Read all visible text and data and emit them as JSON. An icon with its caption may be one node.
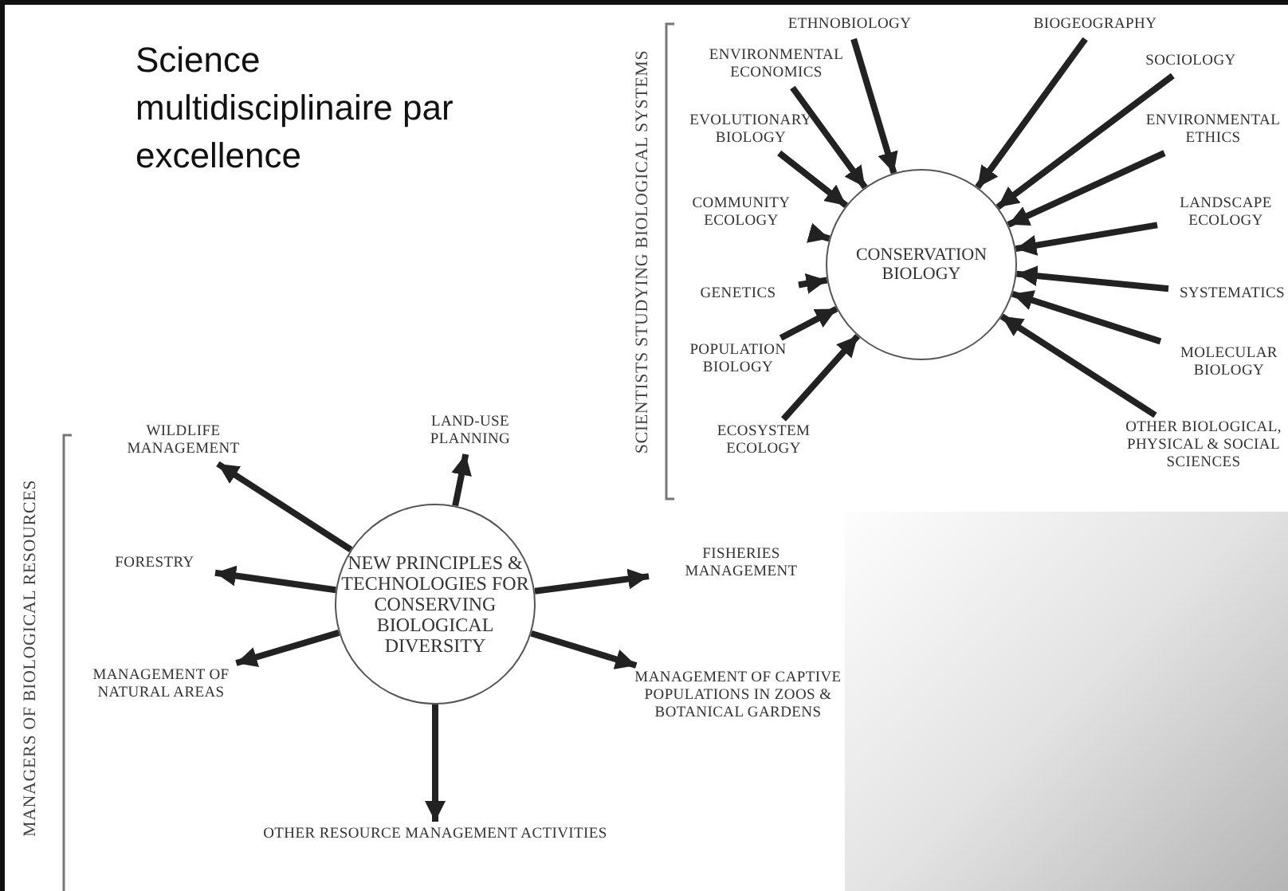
{
  "diagram": {
    "title": "Science multidisciplinaire par excellence",
    "nodes": [
      {
        "text": [
          "CONSERVATION BIOLOGY"
        ]
      },
      {
        "text": [
          "ETHNOBIOLOGY"
        ]
      },
      {
        "text": [
          "BIOGEOGRAPHY"
        ]
      },
      {
        "text": [
          "ENVIRONMENTAL ECONOMICS"
        ]
      },
      {
        "text": [
          "SOCIOLOGY"
        ]
      },
      {
        "text": [
          "EVOLUTIONARY BIOLOGY"
        ]
      },
      {
        "text": [
          "ENVIRONMENTAL ETHICS"
        ]
      },
      {
        "text": [
          "COMMUNITY ECOLOGY"
        ]
      },
      {
        "text": [
          "LANDSCAPE ECOLOGY"
        ]
      },
      {
        "text": [
          "GENETICS"
        ]
      },
      {
        "text": [
          "SYSTEMATICS"
        ]
      },
      {
        "text": [
          "POPULATION BIOLOGY"
        ]
      },
      {
        "text": [
          "MOLECULAR BIOLOGY"
        ]
      },
      {
        "text": [
          "ECOSYSTEM ECOLOGY"
        ]
      },
      {
        "text": [
          "OTHER BIOLOGICAL, PHYSICAL & SOCIAL SCIENCES"
        ]
      },
      {
        "text": [
          "NEW PRINCIPLES & TECHNOLOGIES FOR CONSERVING BIOLOGICAL DIVERSITY"
        ]
      },
      {
        "text": [
          "LAND-USE PLANNING"
        ]
      },
      {
        "text": [
          "WILDLIFE MANAGEMENT"
        ]
      },
      {
        "text": [
          "FORESTRY"
        ]
      },
      {
        "text": [
          "FISHERIES MANAGEMENT"
        ]
      },
      {
        "text": [
          "MANAGEMENT OF NATURAL AREAS"
        ]
      },
      {
        "text": [
          "MANAGEMENT OF CAPTIVE POPULATIONS IN ZOOS & BOTANICAL GARDENS"
        ]
      },
      {
        "text": [
          "OTHER RESOURCE MANAGEMENT ACTIVITIES"
        ]
      }
    ],
    "edges": [
      {
        "from": 1,
        "to": 0,
        "arrow": "to"
      },
      {
        "from": 2,
        "to": 0,
        "arrow": "to"
      },
      {
        "from": 3,
        "to": 0,
        "arrow": "to"
      },
      {
        "from": 4,
        "to": 0,
        "arrow": "to"
      },
      {
        "from": 5,
        "to": 0,
        "arrow": "to"
      },
      {
        "from": 6,
        "to": 0,
        "arrow": "to"
      },
      {
        "from": 7,
        "to": 0,
        "arrow": "to"
      },
      {
        "from": 8,
        "to": 0,
        "arrow": "to"
      },
      {
        "from": 9,
        "to": 0,
        "arrow": "to"
      },
      {
        "from": 10,
        "to": 0,
        "arrow": "to"
      },
      {
        "from": 11,
        "to": 0,
        "arrow": "to"
      },
      {
        "from": 12,
        "to": 0,
        "arrow": "to"
      },
      {
        "from": 13,
        "to": 0,
        "arrow": "to"
      },
      {
        "from": 14,
        "to": 0,
        "arrow": "to"
      },
      {
        "from": 15,
        "to": 16,
        "arrow": "to"
      },
      {
        "from": 15,
        "to": 17,
        "arrow": "to"
      },
      {
        "from": 15,
        "to": 18,
        "arrow": "to"
      },
      {
        "from": 15,
        "to": 19,
        "arrow": "to"
      },
      {
        "from": 15,
        "to": 20,
        "arrow": "to"
      },
      {
        "from": 15,
        "to": 21,
        "arrow": "to"
      },
      {
        "from": 15,
        "to": 22,
        "arrow": "to"
      }
    ],
    "labels": [
      "SCIENTISTS STUDYING BIOLOGICAL SYSTEMS",
      "MANAGERS OF BIOLOGICAL RESOURCES"
    ]
  }
}
